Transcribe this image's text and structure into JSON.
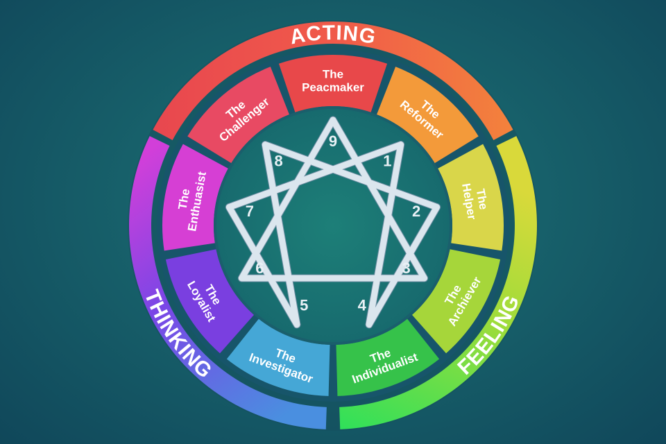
{
  "center_group": {
    "acting_label": "ACTING",
    "feeling_label": "FEELING",
    "thinking_label": "THINKING"
  },
  "outer_bands": [
    {
      "key": "acting",
      "label": "ACTING",
      "colors": [
        "#f05a4a",
        "#e8474f",
        "#f3823c"
      ]
    },
    {
      "key": "feeling",
      "label": "FEELING",
      "colors": [
        "#2fe05a",
        "#9ddc3a",
        "#d9d93a"
      ]
    },
    {
      "key": "thinking",
      "label": "THINKING",
      "colors": [
        "#4a8fe0",
        "#7a46e6",
        "#d23fd9"
      ]
    }
  ],
  "types": [
    {
      "number": "1",
      "lines": [
        "The",
        "Reformer"
      ],
      "color": "#f39a3a"
    },
    {
      "number": "2",
      "lines": [
        "The",
        "Helper"
      ],
      "color": "#d9d64a"
    },
    {
      "number": "3",
      "lines": [
        "The",
        "Archiever"
      ],
      "color": "#a6d63a"
    },
    {
      "number": "4",
      "lines": [
        "The",
        "Individualist"
      ],
      "color": "#36c24a"
    },
    {
      "number": "5",
      "lines": [
        "The",
        "Investigator"
      ],
      "color": "#45a7d6"
    },
    {
      "number": "6",
      "lines": [
        "The",
        "Loyalist"
      ],
      "color": "#7a3fe0"
    },
    {
      "number": "7",
      "lines": [
        "The",
        "Enthuasist"
      ],
      "color": "#d63fd4"
    },
    {
      "number": "8",
      "lines": [
        "The",
        "Challenger"
      ],
      "color": "#e84a63"
    },
    {
      "number": "9",
      "lines": [
        "The",
        "Peacmaker"
      ],
      "color": "#e8484a"
    }
  ]
}
